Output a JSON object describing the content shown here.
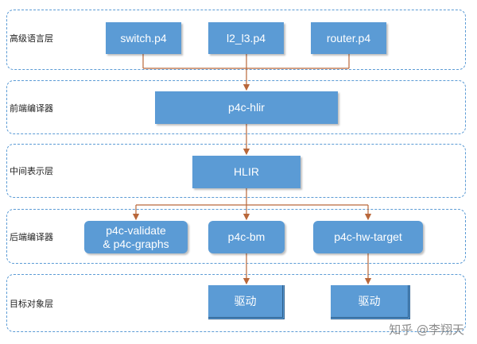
{
  "layers": [
    {
      "label": "高级语言层"
    },
    {
      "label": "前端编译器"
    },
    {
      "label": "中间表示层"
    },
    {
      "label": "后端编译器"
    },
    {
      "label": "目标对象层"
    }
  ],
  "nodes": {
    "switch": "switch.p4",
    "l2l3": "l2_l3.p4",
    "router": "router.p4",
    "hlir_compiler": "p4c-hlir",
    "hlir": "HLIR",
    "validate": "p4c-validate\n& p4c-graphs",
    "bm": "p4c-bm",
    "hw_target": "p4c-hw-target",
    "driver1": "驱动",
    "driver2": "驱动"
  },
  "watermark": "知乎 @李翔天",
  "colors": {
    "node_fill": "#5b9bd5",
    "connector": "#b9673a",
    "layer_border": "#5b9bd5"
  }
}
